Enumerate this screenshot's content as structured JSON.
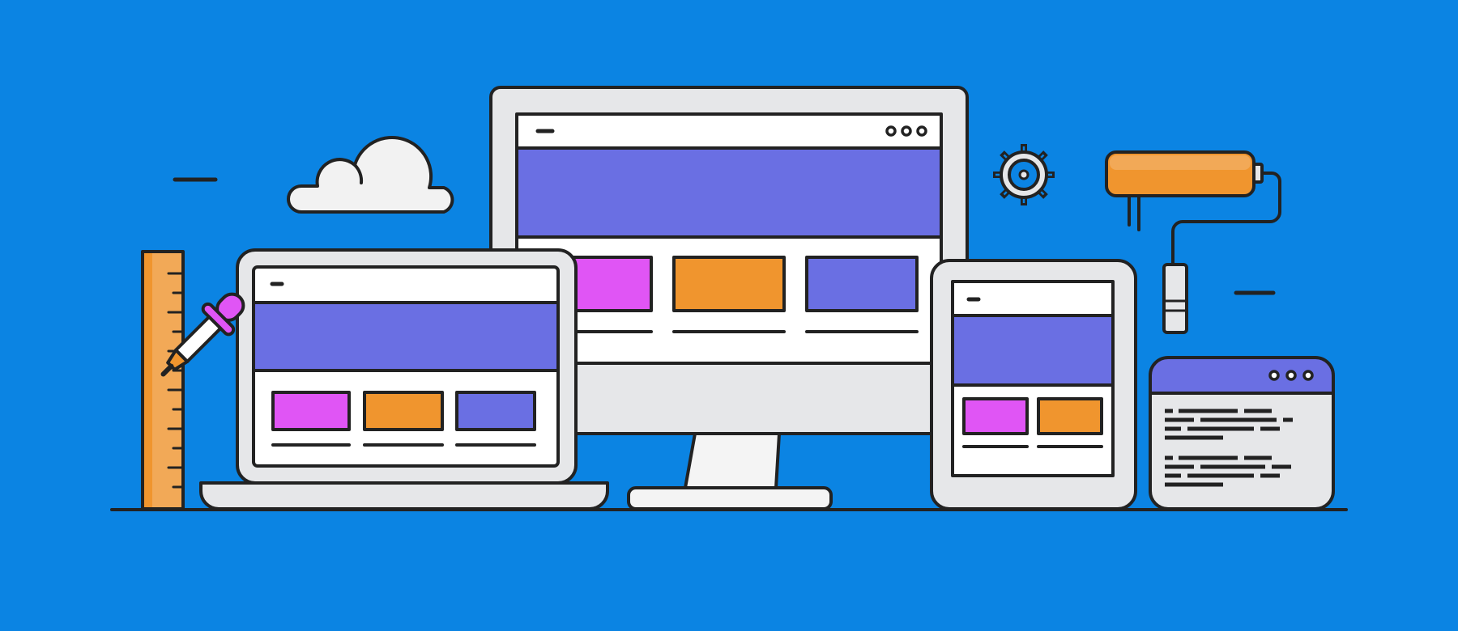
{
  "illustration": {
    "subject": "responsive-web-design",
    "background_color": "#0b84e3",
    "palette": {
      "outline": "#222222",
      "device_gray": "#e6e7e9",
      "screen_white": "#ffffff",
      "hero_purple": "#6a6fe3",
      "magenta": "#e055f5",
      "orange": "#f0952e",
      "ruler_orange": "#f2a957"
    },
    "devices": [
      "desktop-monitor",
      "laptop",
      "tablet",
      "browser-window"
    ],
    "tools": [
      "ruler",
      "color-picker",
      "paint-roller",
      "gear-icon",
      "cloud-icon"
    ]
  }
}
